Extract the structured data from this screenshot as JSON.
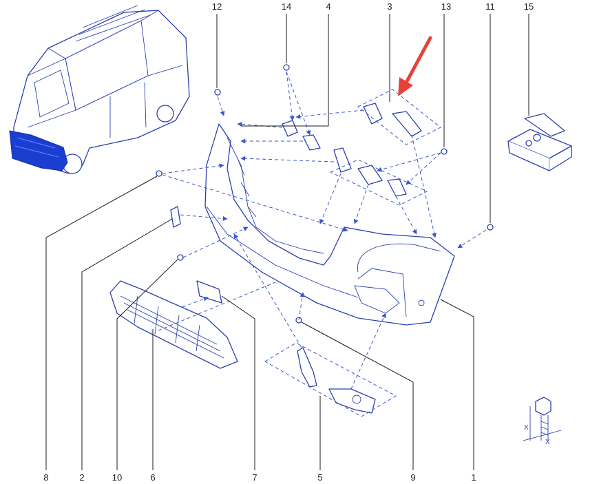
{
  "callouts": {
    "n1": "1",
    "n2": "2",
    "n3": "3",
    "n4": "4",
    "n5": "5",
    "n6": "6",
    "n7": "7",
    "n8": "8",
    "n9": "9",
    "n10": "10",
    "n11": "11",
    "n12": "12",
    "n13": "13",
    "n14": "14",
    "n15": "15"
  },
  "dimension_marks": {
    "x_left": "X",
    "x_bottom": "X"
  },
  "colors": {
    "line_art": "#2a3fb0",
    "highlight_fill": "#1a3fd0",
    "pointer_arrow": "#e8413a",
    "leader_lines": "#1a1a1a"
  }
}
